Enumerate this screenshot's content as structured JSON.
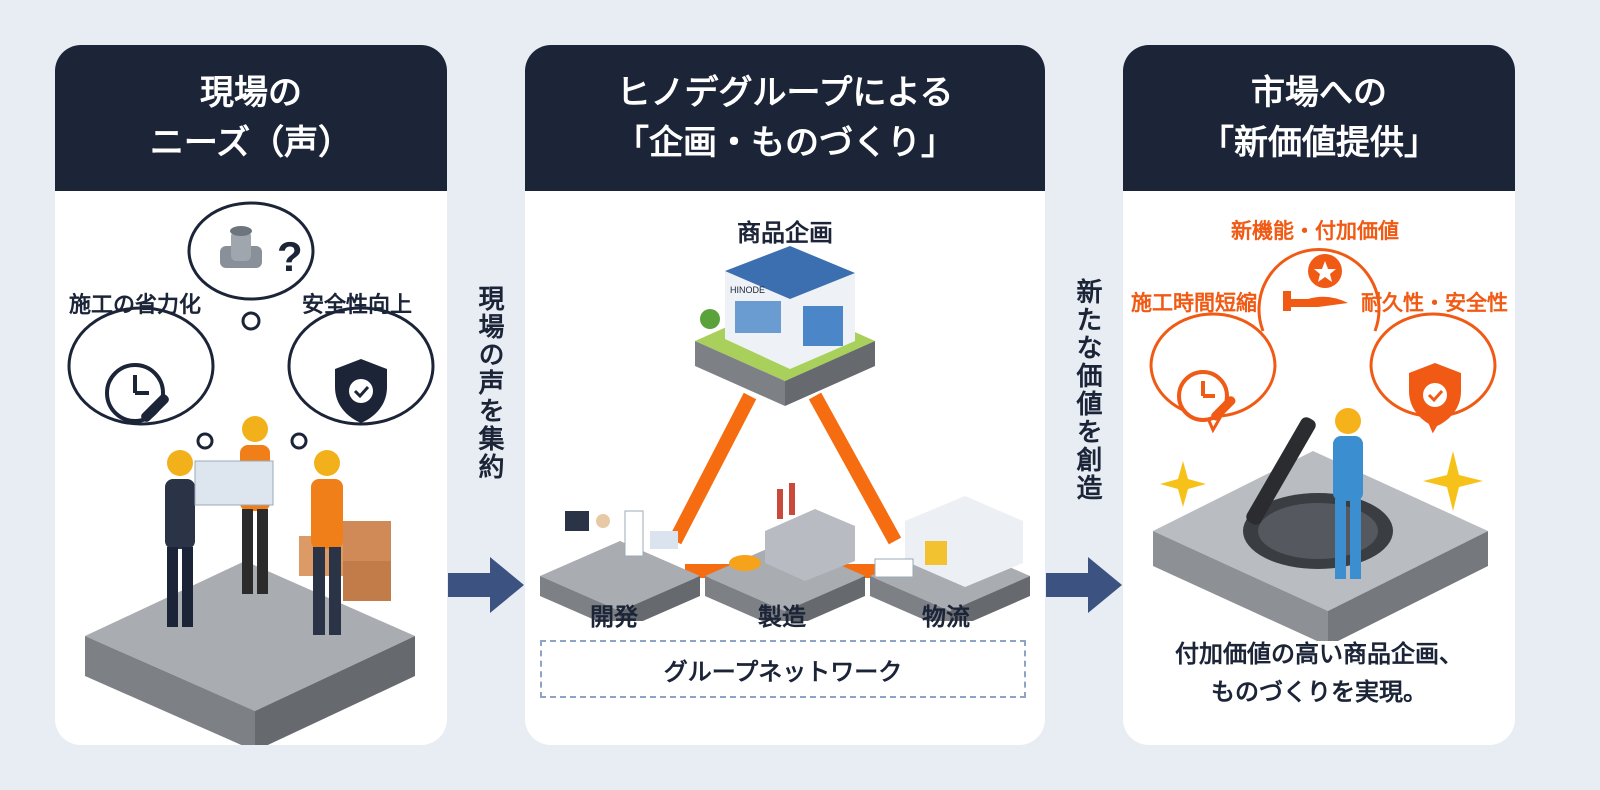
{
  "panels": {
    "needs": {
      "title_line1": "現場の",
      "title_line2": "ニーズ（声）",
      "bubble_left": "施工の省力化",
      "bubble_right": "安全性向上"
    },
    "planning": {
      "title_line1": "ヒノデグループによる",
      "title_line2": "「企画・ものづくり」",
      "top_label": "商品企画",
      "building_sign": "HINODE",
      "node_dev": "開発",
      "node_mfg": "製造",
      "node_logistics": "物流",
      "network_label": "グループネットワーク"
    },
    "value": {
      "title_line1": "市場への",
      "title_line2": "「新価値提供」",
      "label_top": "新機能・付加価値",
      "label_left": "施工時間短縮",
      "label_right": "耐久性・安全性",
      "tagline_line1": "付加価値の高い商品企画、",
      "tagline_line2": "ものづくりを実現。"
    }
  },
  "connectors": {
    "left": "現場の声を集約",
    "right": "新たな価値を創造"
  },
  "colors": {
    "navy": "#1c2438",
    "orange": "#f05a14",
    "arrow": "#3c5382",
    "background": "#e8edf4"
  }
}
